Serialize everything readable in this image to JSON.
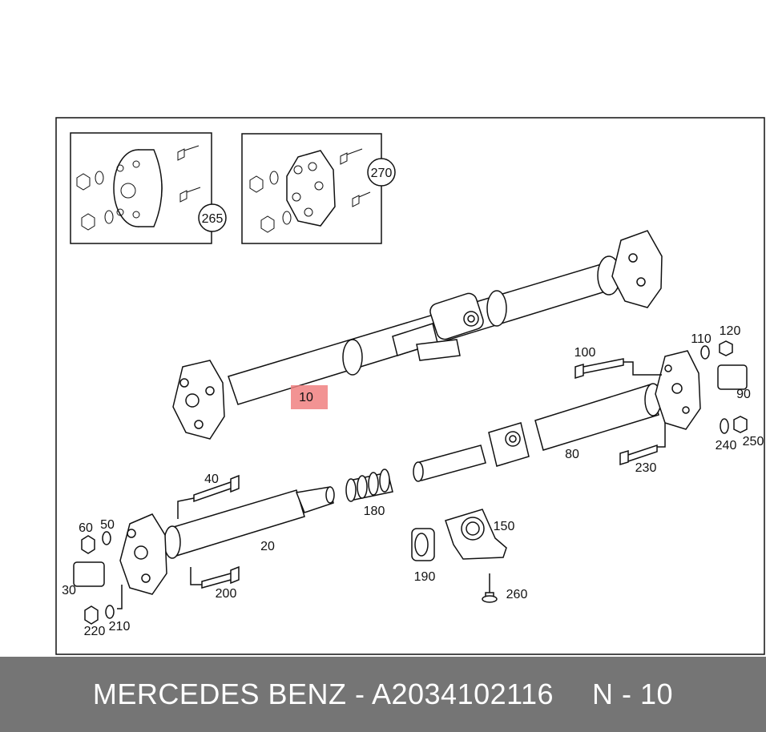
{
  "diagram": {
    "callouts": {
      "c10": "10",
      "c20": "20",
      "c30": "30",
      "c40": "40",
      "c50": "50",
      "c60": "60",
      "c80": "80",
      "c90": "90",
      "c100": "100",
      "c110": "110",
      "c120": "120",
      "c150": "150",
      "c180": "180",
      "c190": "190",
      "c200": "200",
      "c210": "210",
      "c220": "220",
      "c230": "230",
      "c240": "240",
      "c250": "250",
      "c260": "260",
      "c265": "265",
      "c270": "270"
    },
    "highlight_color": "#f08080"
  },
  "footer": {
    "part_info": "MERCEDES BENZ - A2034102116",
    "ref": "N - 10"
  }
}
